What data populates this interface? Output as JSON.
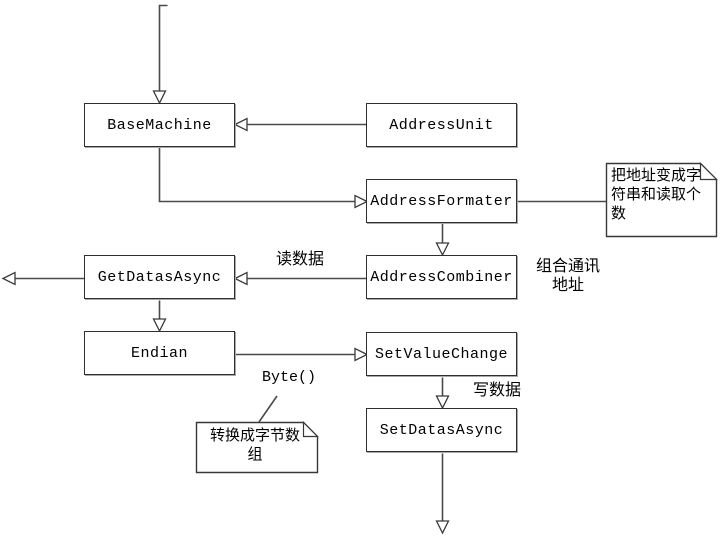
{
  "diagram": {
    "nodes": {
      "base_machine": {
        "label": "BaseMachine"
      },
      "address_unit": {
        "label": "AddressUnit"
      },
      "address_formater": {
        "label": "AddressFormater"
      },
      "get_datas_async": {
        "label": "GetDatasAsync"
      },
      "address_combiner": {
        "label": "AddressCombiner"
      },
      "endian": {
        "label": "Endian"
      },
      "set_value_change": {
        "label": "SetValueChange"
      },
      "set_datas_async": {
        "label": "SetDatasAsync"
      }
    },
    "edge_labels": {
      "read_data": "读数据",
      "combine_address": "组合通讯地址",
      "byte_call": "Byte()",
      "write_data": "写数据"
    },
    "notes": {
      "address_formater_note": "把地址变成字符串和读取个数",
      "endian_note": "转换成字节数组"
    },
    "colors": {
      "line": "#4a4a4a",
      "box_border": "#2f2f2f",
      "background": "#ffffff"
    }
  }
}
